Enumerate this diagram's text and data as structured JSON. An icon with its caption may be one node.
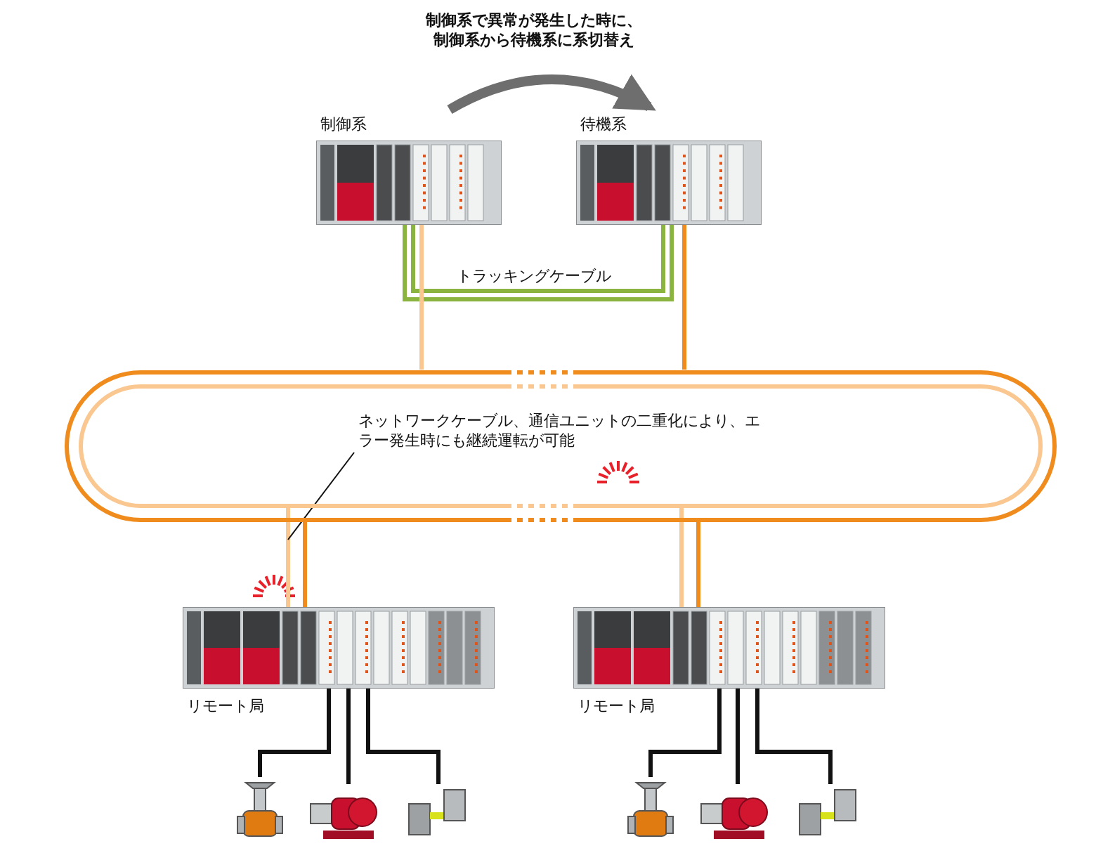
{
  "diagram": {
    "nodes": [
      {
        "text": [
          "制御系"
        ]
      },
      {
        "text": [
          "待機系"
        ]
      },
      {
        "text": [],
        "shape": "ring"
      },
      {
        "text": [
          "ネットワークケーブル、通信ユニットの二重化により、エラー発生時にも継続運転が可能"
        ],
        "in": 2
      },
      {
        "text": [
          "リモート局"
        ]
      },
      {
        "text": [
          "リモート局"
        ]
      },
      {
        "text": [],
        "shape": "picture"
      },
      {
        "text": [],
        "shape": "picture"
      },
      {
        "text": [],
        "shape": "picture"
      },
      {
        "text": [],
        "shape": "picture"
      },
      {
        "text": [],
        "shape": "picture"
      },
      {
        "text": [],
        "shape": "picture"
      }
    ],
    "edges": [
      {
        "from": 0,
        "to": 1,
        "arrow": "to",
        "label": "制御系で異常が発生した時に、制御系から待機系に系切替え",
        "style": "thick",
        "color": "#6e6e6e"
      },
      {
        "from": 0,
        "to": 1,
        "arrow": "none",
        "label": "トラッキングケーブル",
        "color": "#8ab33f"
      },
      {
        "from": 0,
        "to": 1,
        "arrow": "none",
        "color": "#8ab33f"
      },
      {
        "from": 0,
        "to": 2,
        "arrow": "none",
        "color": "#f9c78f"
      },
      {
        "from": 1,
        "to": 2,
        "arrow": "none",
        "color": "#f08c1e"
      },
      {
        "from": 2,
        "to": 4,
        "arrow": "none",
        "color": "#f9c78f"
      },
      {
        "from": 2,
        "to": 4,
        "arrow": "none",
        "color": "#f08c1e"
      },
      {
        "from": 2,
        "to": 5,
        "arrow": "none",
        "color": "#f9c78f"
      },
      {
        "from": 2,
        "to": 5,
        "arrow": "none",
        "color": "#f08c1e"
      },
      {
        "from": 3,
        "to": null,
        "arrow": "none"
      },
      {
        "from": 4,
        "to": 6,
        "arrow": "none"
      },
      {
        "from": 4,
        "to": 7,
        "arrow": "none"
      },
      {
        "from": 4,
        "to": 8,
        "arrow": "none"
      },
      {
        "from": 5,
        "to": 9,
        "arrow": "none"
      },
      {
        "from": 5,
        "to": 10,
        "arrow": "none"
      },
      {
        "from": 5,
        "to": 11,
        "arrow": "none"
      }
    ]
  }
}
